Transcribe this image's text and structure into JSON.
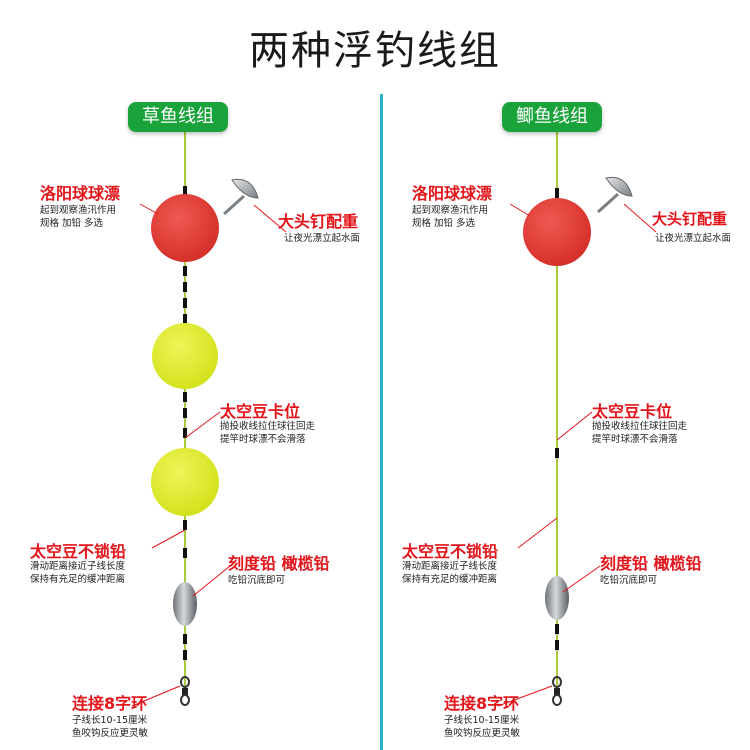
{
  "title": "两种浮钓线组",
  "colors": {
    "divider": "#29b3c9",
    "line": "#a8cc3a",
    "red_float": "#e53e37",
    "yellow_float": "#dfee2c",
    "label_red": "#e3151b",
    "pill_green": "#1aa33a"
  },
  "left": {
    "header": "草鱼线组",
    "float": {
      "title": "洛阳球球漂",
      "desc": [
        "起到观察渔汛作用",
        "规格 加铅 多选"
      ]
    },
    "nail": {
      "title": "大头钉配重",
      "desc": [
        "让夜光漂立起水面"
      ]
    },
    "stopper": {
      "title": "太空豆卡位",
      "desc": [
        "抛投收线拉住球往回走",
        "提竿时球漂不会滑落"
      ]
    },
    "sinker_stop": {
      "title": "太空豆不锁铅",
      "desc": [
        "滑动距离接近子线长度",
        "保持有充足的缓冲距离"
      ]
    },
    "weight": {
      "title": "刻度铅 橄榄铅",
      "desc": [
        "吃铅沉底即可"
      ]
    },
    "swivel": {
      "title": "连接8字环",
      "desc": [
        "子线长10-15厘米",
        "鱼咬钩反应更灵敏"
      ]
    }
  },
  "right": {
    "header": "鲫鱼线组",
    "float": {
      "title": "洛阳球球漂",
      "desc": [
        "起到观察渔汛作用",
        "规格 加铅 多选"
      ]
    },
    "nail": {
      "title": "大头钉配重",
      "desc": [
        "让夜光漂立起水面"
      ]
    },
    "stopper": {
      "title": "太空豆卡位",
      "desc": [
        "抛投收线拉住球往回走",
        "提竿时球漂不会滑落"
      ]
    },
    "sinker_stop": {
      "title": "太空豆不锁铅",
      "desc": [
        "滑动距离接近子线长度",
        "保持有充足的缓冲距离"
      ]
    },
    "weight": {
      "title": "刻度铅 橄榄铅",
      "desc": [
        "吃铅沉底即可"
      ]
    },
    "swivel": {
      "title": "连接8字环",
      "desc": [
        "子线长10-15厘米",
        "鱼咬钩反应更灵敏"
      ]
    }
  }
}
